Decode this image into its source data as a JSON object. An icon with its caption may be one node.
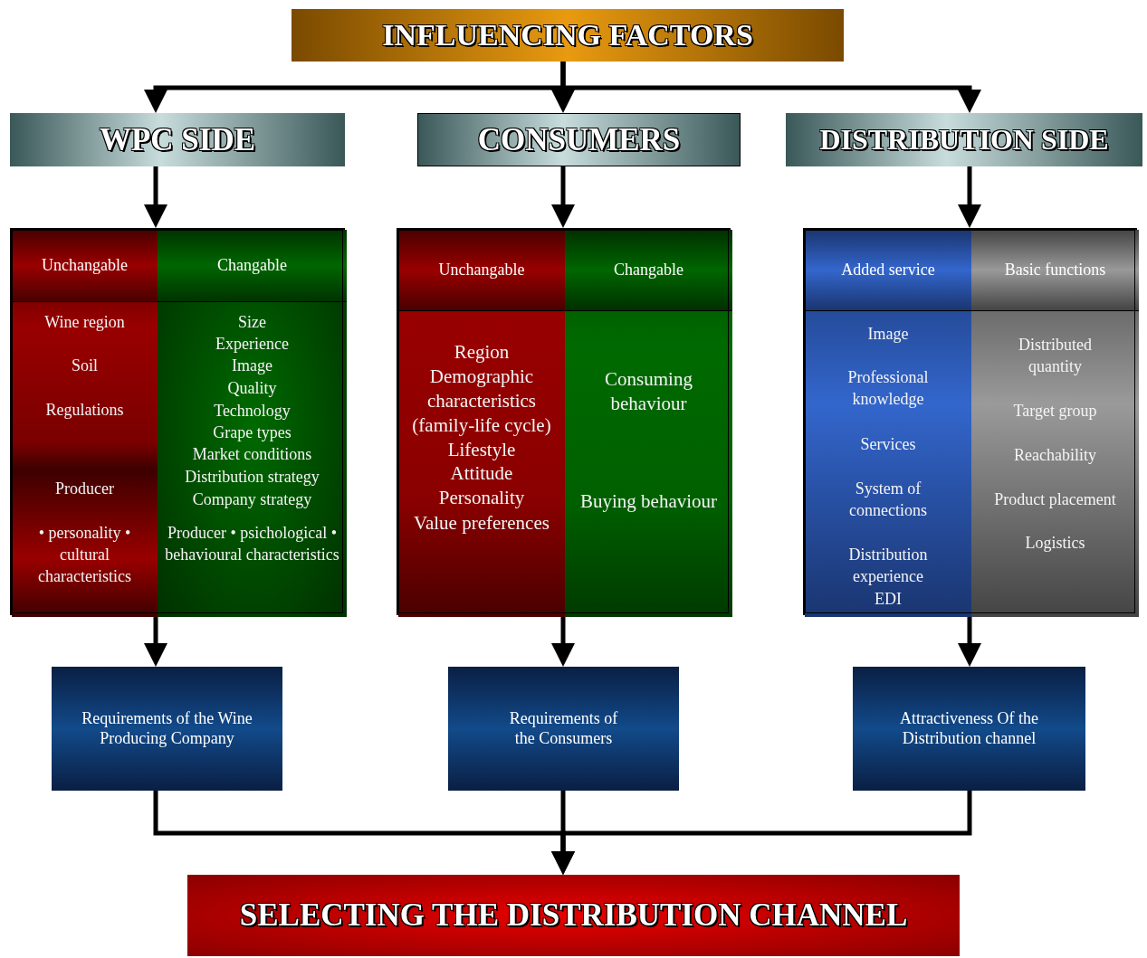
{
  "diagram": {
    "nodes": [
      {
        "text": [
          "INFLUENCING FACTORS"
        ]
      },
      {
        "text": [
          "WPC SIDE"
        ]
      },
      {
        "text": [
          "CONSUMERS"
        ]
      },
      {
        "text": [
          "DISTRIBUTION SIDE"
        ]
      },
      {
        "text": [],
        "shape": "box"
      },
      {
        "text": [
          "Unchangable",
          "Wine region",
          "Soil",
          "Regulations",
          "Producer",
          "• personality • cultural characteristics"
        ],
        "in": 4
      },
      {
        "text": [
          "Changable",
          "Size",
          "Experience",
          "Image",
          "Quality",
          "Technology",
          "Grape types",
          "Market conditions",
          "Distribution strategy",
          "Company strategy",
          "Producer • psichological • behavioural characteristics"
        ],
        "in": 4
      },
      {
        "text": [],
        "shape": "box"
      },
      {
        "text": [
          "Unchangable",
          "Region",
          "Demographic characteristics (family-life cycle)",
          "Lifestyle",
          "Attitude",
          "Personality",
          "Value preferences"
        ],
        "in": 7
      },
      {
        "text": [
          "Changable",
          "Consuming behaviour",
          "Buying behaviour"
        ],
        "in": 7
      },
      {
        "text": [],
        "shape": "box"
      },
      {
        "text": [
          "Added service",
          "Image",
          "Professional knowledge",
          "Services",
          "System of connections",
          "Distribution experience",
          "EDI"
        ],
        "in": 10
      },
      {
        "text": [
          "Basic functions",
          "Distributed quantity",
          "Target group",
          "Reachability",
          "Product placement",
          "Logistics"
        ],
        "in": 10
      },
      {
        "text": [
          "Requirements of the Wine Producing Company"
        ]
      },
      {
        "text": [
          "Requirements of the Consumers"
        ]
      },
      {
        "text": [
          "Attractiveness Of the Distribution channel"
        ]
      },
      {
        "text": [
          "SELECTING THE DISTRIBUTION CHANNEL"
        ]
      }
    ],
    "edges": [
      {
        "from": 0,
        "to": 1,
        "arrow": "to"
      },
      {
        "from": 0,
        "to": 2,
        "arrow": "to"
      },
      {
        "from": 0,
        "to": 3,
        "arrow": "to"
      },
      {
        "from": 1,
        "to": 4,
        "arrow": "to"
      },
      {
        "from": 2,
        "to": 7,
        "arrow": "to"
      },
      {
        "from": 3,
        "to": 10,
        "arrow": "to"
      },
      {
        "from": 4,
        "to": 13,
        "arrow": "to"
      },
      {
        "from": 7,
        "to": 14,
        "arrow": "to"
      },
      {
        "from": 10,
        "to": 15,
        "arrow": "to"
      },
      {
        "from": 13,
        "to": 16,
        "arrow": "to"
      },
      {
        "from": 14,
        "to": 16,
        "arrow": "to"
      },
      {
        "from": 15,
        "to": 16,
        "arrow": "to"
      }
    ]
  }
}
